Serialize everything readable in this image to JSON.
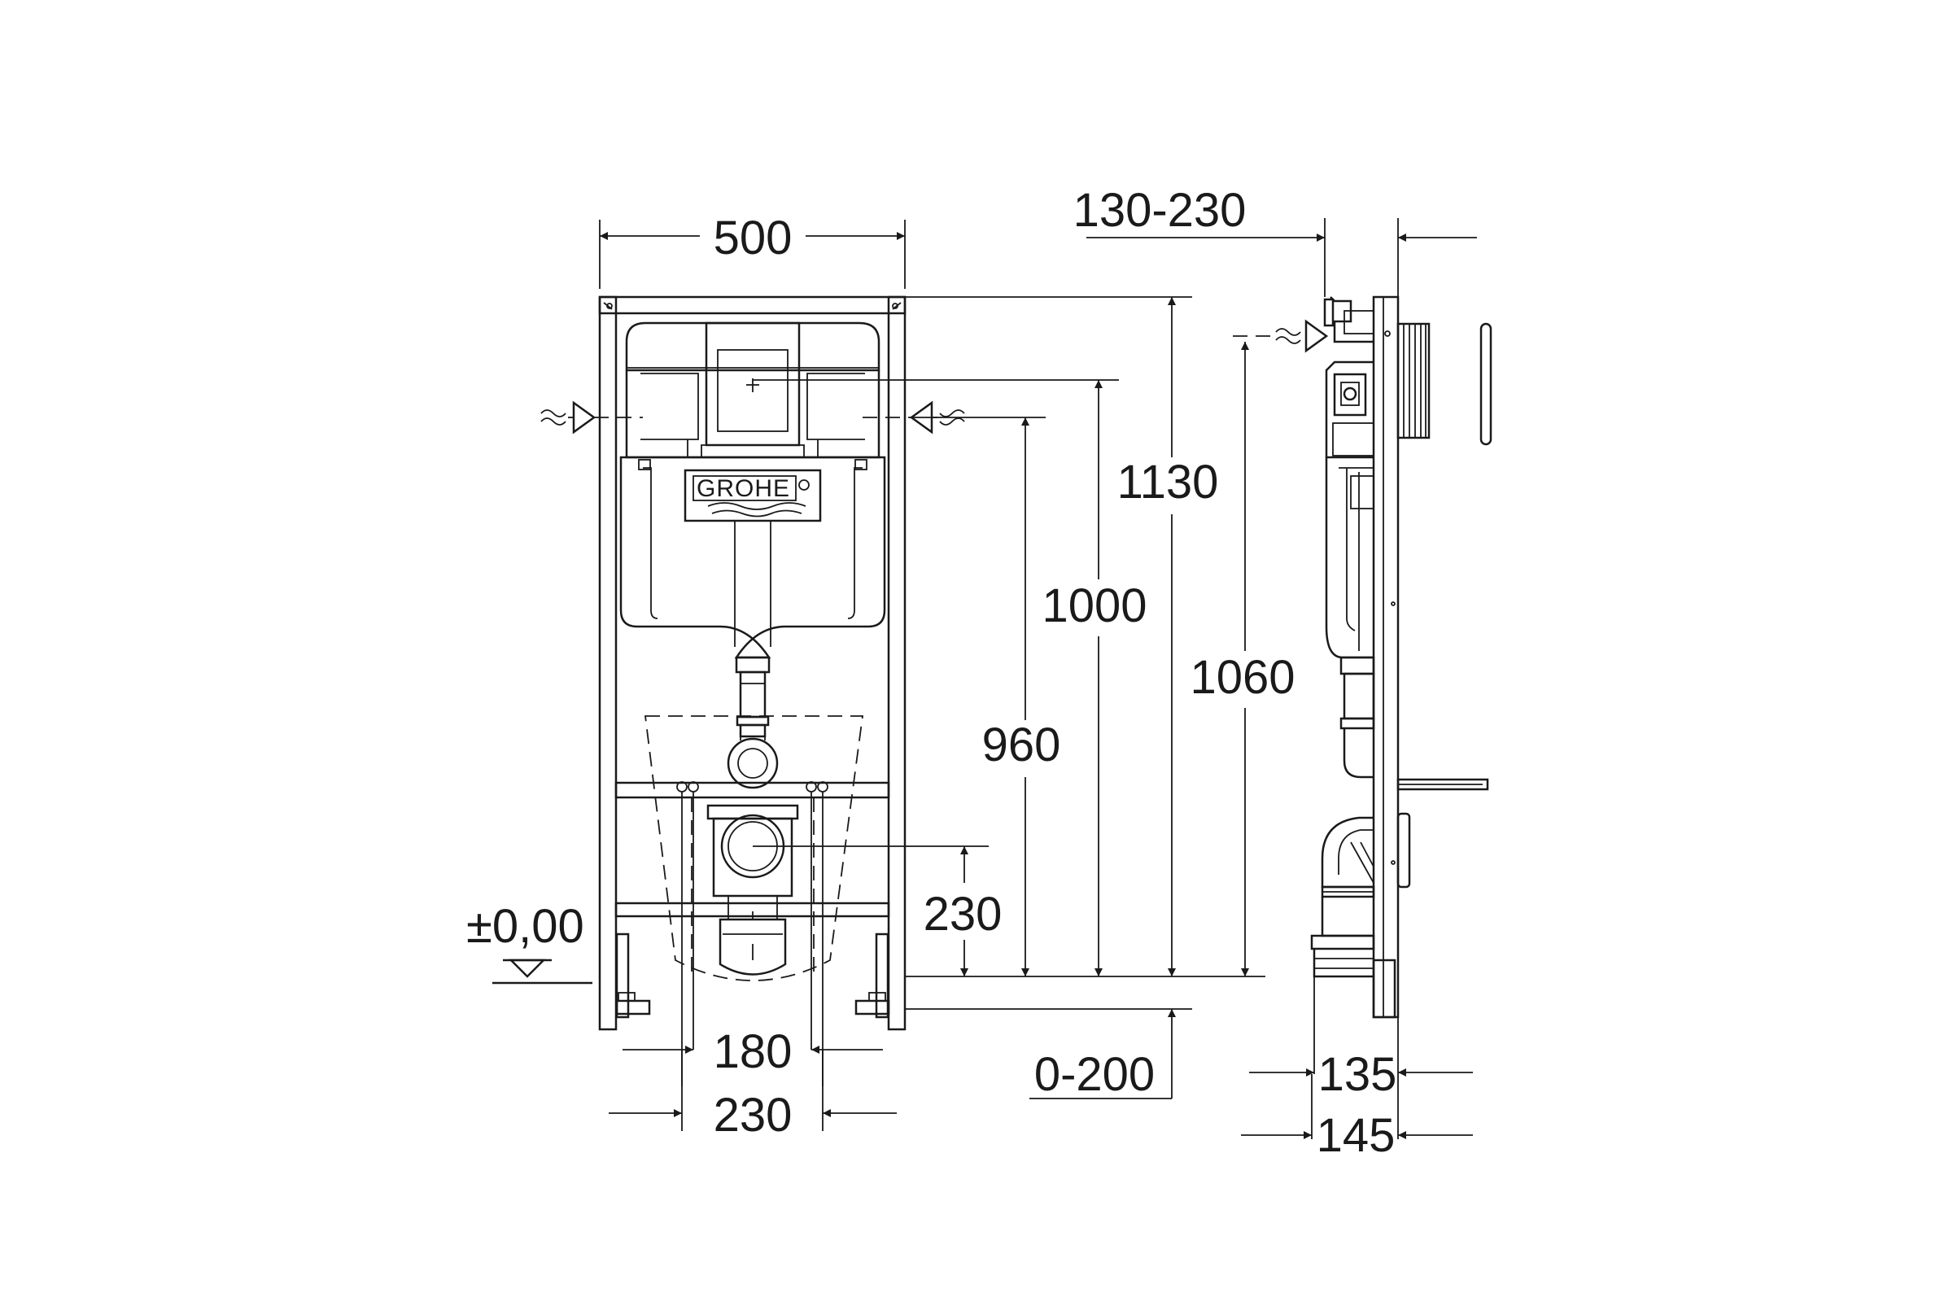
{
  "front_view": {
    "width": "500",
    "height_total": "1130",
    "height_actuator": "1000",
    "height_supply": "960",
    "height_outlet": "230",
    "floor_adjust": "0-200",
    "bolt_spacing_inner": "180",
    "bolt_spacing_outer": "230",
    "floor_level": "±0,00",
    "brand": "GROHE"
  },
  "side_view": {
    "depth_adjust": "130-230",
    "height_side": "1060",
    "depth_small": "135",
    "depth_large": "145"
  }
}
